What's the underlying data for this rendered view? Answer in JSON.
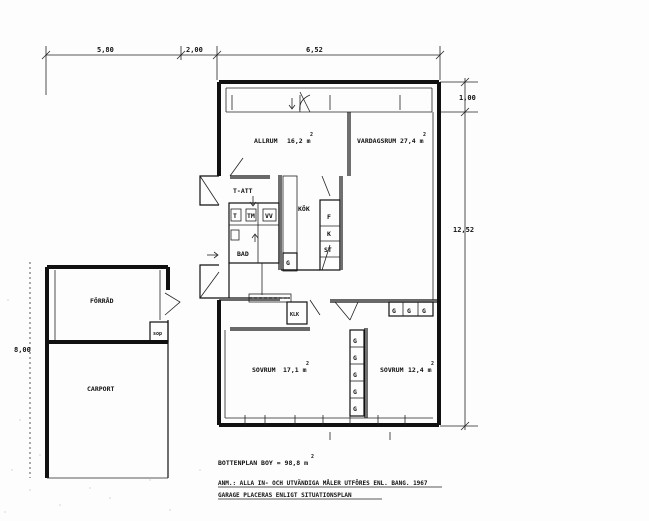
{
  "dimensions": {
    "top_left": "5,80",
    "top_middle": "2,00",
    "top_right": "6,52",
    "right_top": "1,00",
    "right_main": "12,52",
    "left_garage": "8,00"
  },
  "rooms": {
    "allrum": "ALLRUM",
    "allrum_area": "16,2 m",
    "vardagsrum": "VARDAGSRUM",
    "vardagsrum_area": "27,4 m",
    "tvatt": "T-ATT",
    "kok": "KÖK",
    "bad": "BAD",
    "sovrum1": "SOVRUM",
    "sovrum1_area": "17,1 m",
    "sovrum2": "SOVRUM",
    "sovrum2_area": "12,4 m",
    "forrad": "FÖRRÅD",
    "carport": "CARPORT",
    "klk": "KLK",
    "sop": "sop"
  },
  "fixtures": {
    "t": "T",
    "tm": "TM",
    "vv": "VV",
    "f": "F",
    "k": "K",
    "st": "ST",
    "g": "G",
    "wardrobe": "G"
  },
  "superscript": "2",
  "notes": {
    "area": "BOTTENPLAN   BOY = 98,8 m",
    "line1": "ANM.: ALLA  IN- OCH  UTVÄNDIGA MÅLER UTFÖRES ENL. BANG. 1967",
    "line2": "GARAGE  PLACERAS  ENLIGT  SITUATIONSPLAN"
  }
}
